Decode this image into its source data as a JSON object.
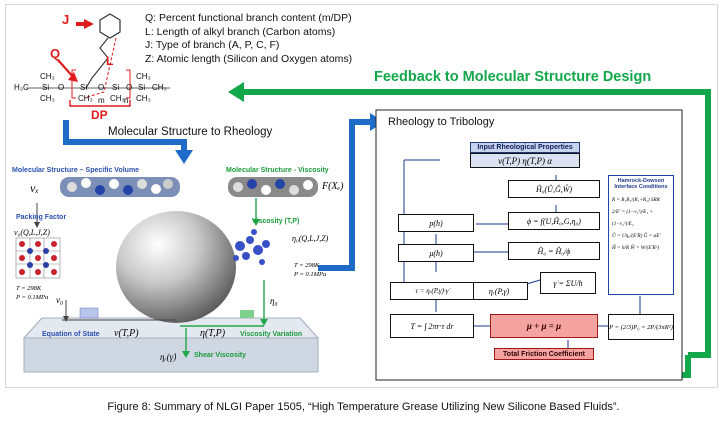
{
  "legend": {
    "q": "Q: Percent functional branch content (m/DP)",
    "l": "L: Length of alkyl branch (Carbon atoms)",
    "j": "J: Type of branch (A, P, C, F)",
    "z": "Z: Atomic length (Silicon and Oxygen atoms)"
  },
  "molecule": {
    "j_label": "J",
    "q_label": "Q",
    "l_label": "L",
    "dp_label": "DP",
    "ch3": "CH₃",
    "si": "Si",
    "o": "O",
    "m": "m",
    "n": "n",
    "h3c": "H₃C"
  },
  "titles": {
    "feedback": "Feedback to Molecular Structure Design",
    "mol_to_rheo": "Molecular Structure to Rheology",
    "rheo_to_trib": "Rheology to Tribology"
  },
  "left_panel": {
    "spec_vol_title": "Molecular Structure – Specific Volume",
    "visc_title": "Molecular Structure - Viscosity",
    "vw": "vₓ",
    "fx": "F(Xₑ)",
    "packing": "Packing Factor",
    "v0_eq": "v₀(Q,L,J,Z)",
    "t_left": "T = 298K",
    "p_left": "P = 0.1MPa",
    "visc_tp": "Viscosity (T,P)",
    "eta0_eq": "η₀(Q,L,J,Z)",
    "t_right": "T = 298K",
    "p_right": "P = 0.1MPa",
    "v0": "v₀",
    "eta0": "η₀",
    "eos": "Equation of State",
    "vtp": "v(T,P)",
    "etatp": "η(T,P)",
    "visc_var": "Viscosity Variation",
    "shear": "Shear Viscosity",
    "etar": "ηᵣ(γ̇)"
  },
  "right_panel": {
    "input_props": "Input Rheological Properties",
    "input_eq": "v(T,P)   η(T,P)   α",
    "hd_title": "Hamrock-Dowson Interface Conditions",
    "b1": "Ĥ₀(Û,Ĝ,Ŵ)",
    "b2": "ϕ = f(U,Ĥ₀,G,η₀)",
    "b3": "Ĥ₀ = Ĥ₀/ϕ",
    "b4": "p(h)",
    "b5": "μ(h)",
    "b6": "ηᵣ(P,γ̇)",
    "b7": "γ̇ = ΣU/h",
    "b8": "τ = ηᵣ(P,γ̇)·γ̇",
    "b9": "T = ∫ 2πr·τ dr",
    "b10": "μ + μ = μ",
    "b11": "P = (2/3)P₀ = 2P/(3πR²)",
    "total": "Total Friction Coefficient",
    "hd_eqs": "R = R₁R₂/(R₁+R₂)   SRR\n2/E′ = (1−v₁²)/E₁ + (1−v₂²)/E₂\nÛ = Uη₀/(E′R)   Ĝ = αE′\nĤ = h/R   Ŵ = W/(E′R²)"
  },
  "caption": "Figure 8: Summary of NLGI Paper 1505, “High Temperature Grease Utilizing New Silicone Based Fluids”."
}
